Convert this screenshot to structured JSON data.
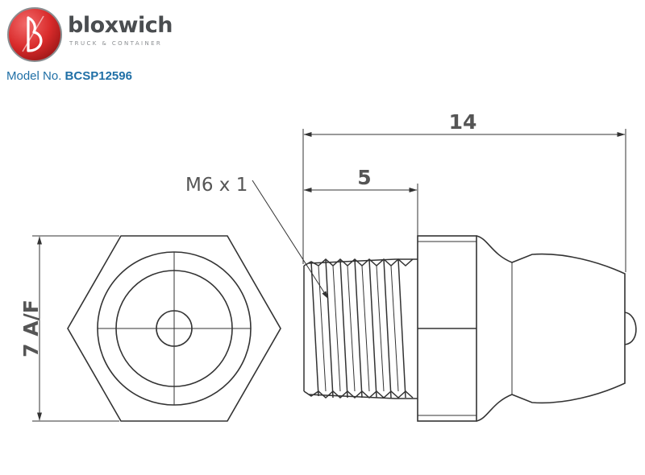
{
  "logo": {
    "brand_name": "bloxwich",
    "tagline": "TRUCK & CONTAINER",
    "brand_color": "#d92b2b",
    "text_color": "#4a4d50"
  },
  "model": {
    "label": "Model No.",
    "number": "BCSP12596",
    "color": "#1f6fa6"
  },
  "dimensions": {
    "overall_length": "14",
    "thread_length": "5",
    "thread_spec": "M6 x 1",
    "across_flats": "7 A/F"
  }
}
